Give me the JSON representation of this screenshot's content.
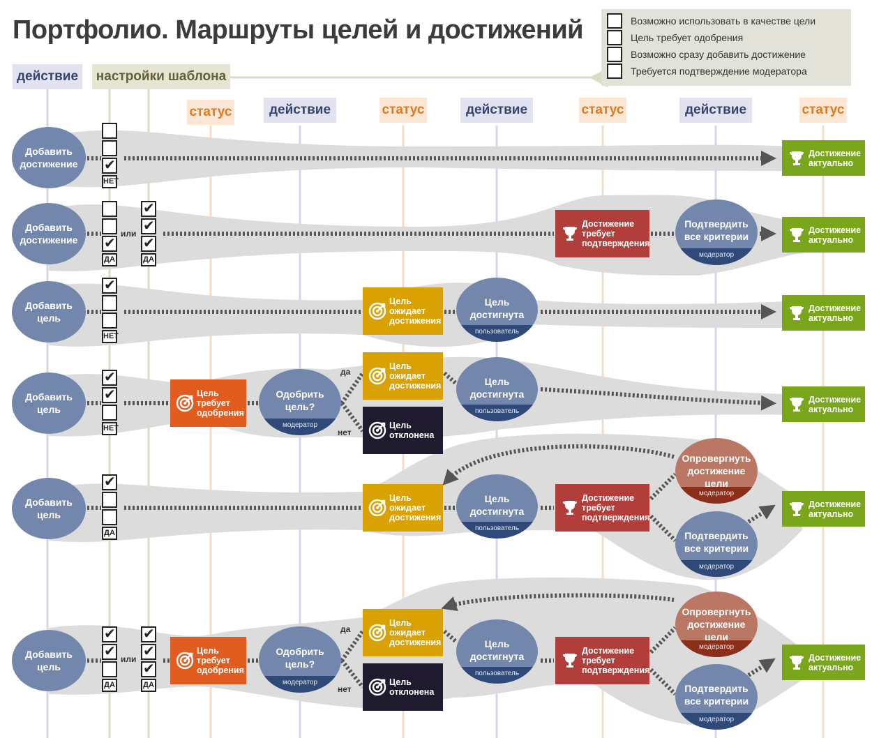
{
  "title": "Портфолио. Маршруты целей и достижений",
  "legend": {
    "items": [
      "Возможно использовать в качестве цели",
      "Цель требует одобрения",
      "Возможно сразу добавить достижение",
      "Требуется подтверждение модератора"
    ]
  },
  "headers": {
    "action": "действие",
    "template": "настройки шаблона",
    "status": "статус"
  },
  "labels": {
    "add_achievement": "Добавить достижение",
    "add_goal": "Добавить цель",
    "achievement_actual": "Достижение актуально",
    "achievement_needs_confirmation": "Достижение требует подтверждения",
    "confirm_all_criteria": "Подтвердить все критерии",
    "moderator": "модератор",
    "user": "пользователь",
    "goal_awaits_achievement": "Цель ожидает достижения",
    "goal_achieved": "Цель достигнута",
    "goal_needs_approval": "Цель требует одобрения",
    "approve_goal": "Одобрить цель?",
    "goal_rejected": "Цель отклонена",
    "refute_achievement": "Опровергнуть достижение цели",
    "yes": "да",
    "no": "нет",
    "or": "или",
    "cb_no": "НЕТ",
    "cb_yes": "ДА"
  },
  "colors": {
    "action_bg": "#e2e2f0",
    "action_text": "#33466e",
    "status_bg": "#fbe7d4",
    "status_text": "#e07a22",
    "node_blue": "#7387ad",
    "node_red": "#b97764",
    "green": "#79a61b",
    "orange": "#e05c1f",
    "amber": "#d9a102",
    "dark": "#201a2e",
    "maroon": "#b23e3b"
  },
  "rows": [
    {
      "template": [
        [
          false,
          false,
          true
        ]
      ],
      "template_label": [
        "НЕТ"
      ],
      "path": [
        "Добавить достижение",
        "Достижение актуально"
      ]
    },
    {
      "template": [
        [
          false,
          false,
          true
        ],
        [
          true,
          true,
          true
        ]
      ],
      "template_label": [
        "ДА",
        "ДА"
      ],
      "path": [
        "Добавить достижение",
        "Достижение требует подтверждения",
        "Подтвердить все критерии",
        "Достижение актуально"
      ]
    },
    {
      "template": [
        [
          true,
          false,
          false
        ]
      ],
      "template_label": [
        "НЕТ"
      ],
      "path": [
        "Добавить цель",
        "Цель ожидает достижения",
        "Цель достигнута",
        "Достижение актуально"
      ]
    },
    {
      "template": [
        [
          true,
          true,
          false
        ]
      ],
      "template_label": [
        "НЕТ"
      ],
      "path": [
        "Добавить цель",
        "Цель требует одобрения",
        "Одобрить цель?",
        "Цель ожидает достижения | Цель отклонена",
        "Цель достигнута",
        "Достижение актуально"
      ]
    },
    {
      "template": [
        [
          true,
          false,
          false
        ]
      ],
      "template_label": [
        "ДА"
      ],
      "path": [
        "Добавить цель",
        "Цель ожидает достижения",
        "Цель достигнута",
        "Достижение требует подтверждения",
        "Опровергнуть достижение цели | Подтвердить все критерии",
        "Достижение актуально"
      ]
    },
    {
      "template": [
        [
          true,
          true,
          false
        ],
        [
          true,
          true,
          true
        ]
      ],
      "template_label": [
        "ДА",
        "ДА"
      ],
      "path": [
        "Добавить цель",
        "Цель требует одобрения",
        "Одобрить цель?",
        "Цель ожидает достижения | Цель отклонена",
        "Цель достигнута",
        "Достижение требует подтверждения",
        "Опровергнуть достижение цели | Подтвердить все критерии",
        "Достижение актуально"
      ]
    }
  ]
}
